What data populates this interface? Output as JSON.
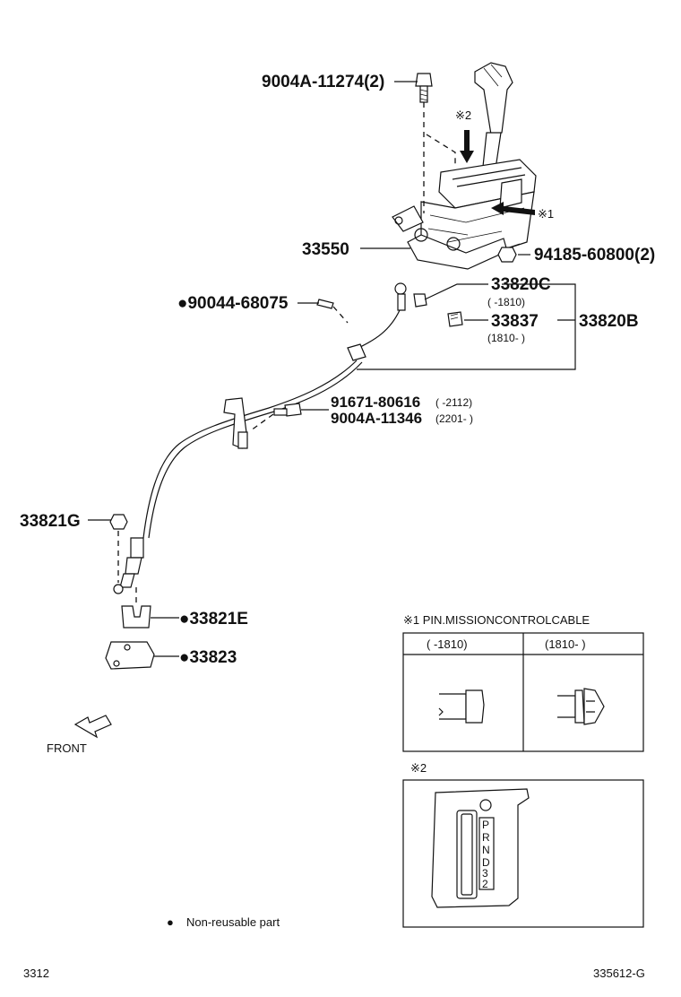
{
  "callouts": {
    "p9004a_11274": "9004A-11274(2)",
    "mark2": "※2",
    "mark1": "※1",
    "p33550": "33550",
    "p94185": "94185-60800(2)",
    "p90044": "●90044-68075",
    "p33820c": "33820C",
    "p33820c_range": "(      -1810)",
    "p33837": "33837",
    "p33837_range": "(1810-      )",
    "p33820b": "33820B",
    "p91671": "91671-80616",
    "p91671_range": "(      -2112)",
    "p9004a_11346": "9004A-11346",
    "p9004a_11346_range": "(2201-      )",
    "p33821g": "33821G",
    "p33821e": "●33821E",
    "p33823": "●33823",
    "front": "FRONT"
  },
  "detail1": {
    "title": "※1 PIN.MISSIONCONTROLCABLE",
    "col1_header": "(      -1810)",
    "col2_header": "(1810-      )"
  },
  "detail2": {
    "title": "※2",
    "gate_letters": [
      "P",
      "R",
      "N",
      "D",
      "3",
      "2"
    ]
  },
  "legend": {
    "text": "Non-reusable part",
    "marker": "●"
  },
  "footer": {
    "left": "3312",
    "right": "335612-G"
  },
  "icons": [
    "bolt-icon",
    "nut-icon",
    "arrow-icon",
    "front-arrow-icon"
  ]
}
